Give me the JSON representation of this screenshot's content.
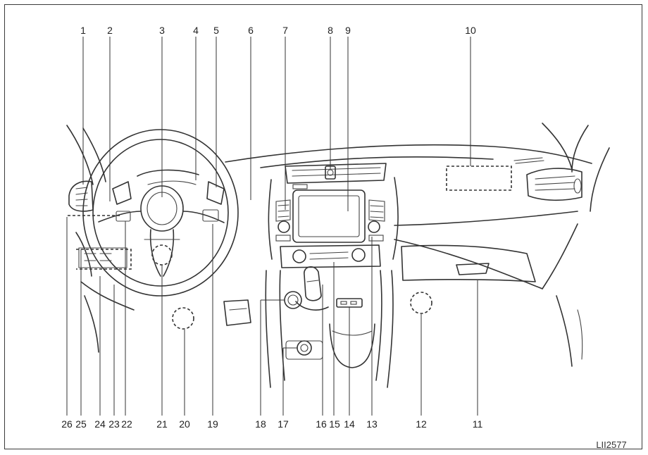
{
  "figure_code": "LII2577",
  "top_callouts": [
    "1",
    "2",
    "3",
    "4",
    "5",
    "6",
    "7",
    "8",
    "9",
    "10"
  ],
  "bottom_callouts": [
    "26",
    "25",
    "24",
    "23",
    "22",
    "21",
    "20",
    "19",
    "18",
    "17",
    "16",
    "15",
    "14",
    "13",
    "12",
    "11"
  ]
}
